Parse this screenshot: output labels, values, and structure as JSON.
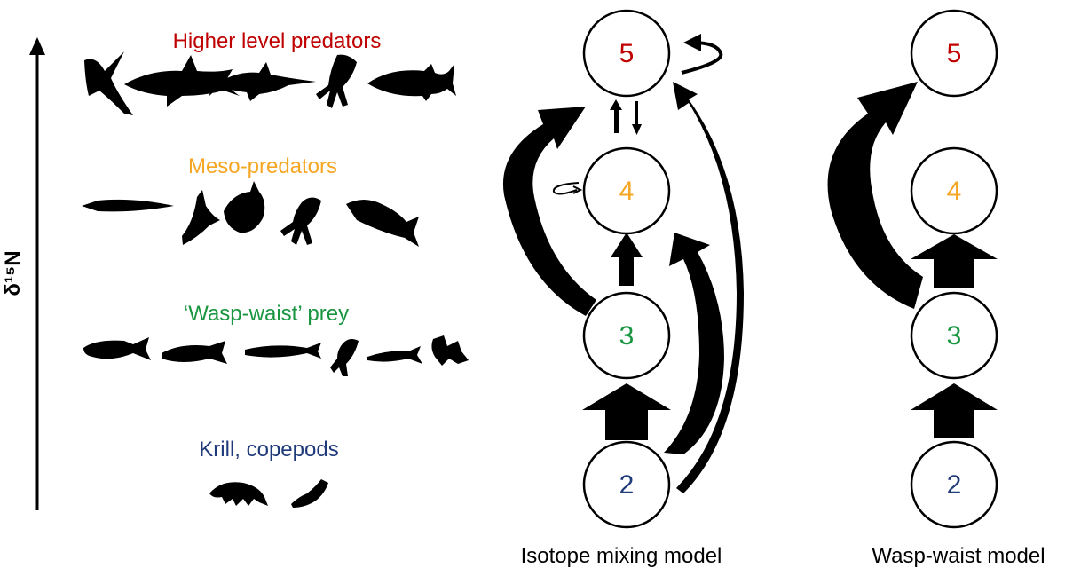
{
  "axis": {
    "label": "δ¹⁵N"
  },
  "colors": {
    "higher": "#c00000",
    "meso": "#f5a623",
    "wasp": "#1a9641",
    "krill": "#1f3a7a"
  },
  "groups": [
    {
      "label": "Higher level predators",
      "color_key": "higher"
    },
    {
      "label": "Meso-predators",
      "color_key": "meso"
    },
    {
      "label": "‘Wasp-waist’ prey",
      "color_key": "wasp"
    },
    {
      "label": "Krill, copepods",
      "color_key": "krill"
    }
  ],
  "models": [
    {
      "caption": "Isotope mixing model",
      "levels": [
        "5",
        "4",
        "3",
        "2"
      ]
    },
    {
      "caption": "Wasp-waist model",
      "levels": [
        "5",
        "4",
        "3",
        "2"
      ]
    }
  ]
}
